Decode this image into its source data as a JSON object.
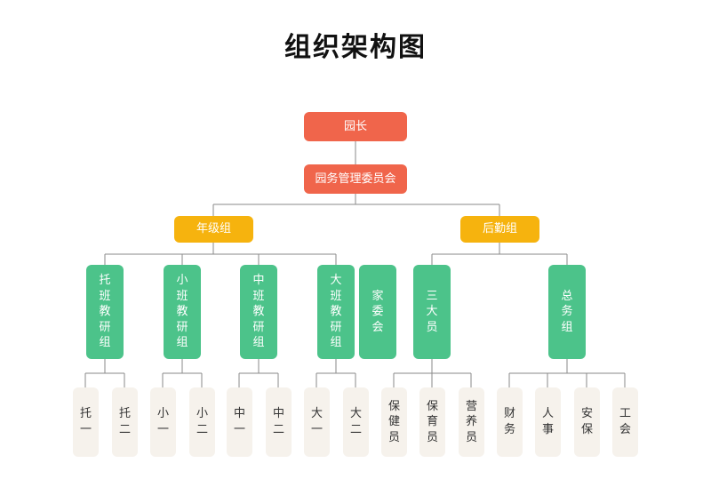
{
  "title": "组织架构图",
  "nodes": {
    "principal": "园长",
    "committee": "园务管理委员会",
    "grade_group": "年级组",
    "logistics_group": "后勤组",
    "tuo_ban": "托班教研组",
    "xiao_ban": "小班教研组",
    "zhong_ban": "中班教研组",
    "da_ban": "大班教研组",
    "jia_wei": "家委会",
    "san_da_yuan": "三大员",
    "zong_wu": "总务组"
  },
  "leaves": {
    "tuo_1": "托一",
    "tuo_2": "托二",
    "xiao_1": "小一",
    "xiao_2": "小二",
    "zhong_1": "中一",
    "zhong_2": "中二",
    "da_1": "大一",
    "da_2": "大二",
    "bao_jian": "保健员",
    "bao_yu": "保育员",
    "ying_yang": "营养员",
    "cai_wu": "财务",
    "ren_shi": "人事",
    "an_bao": "安保",
    "gong_hui": "工会"
  },
  "colors": {
    "top": "#f0654b",
    "group": "#f6b30e",
    "subgroup": "#4cc38a",
    "leaf": "#f6f2ec",
    "line": "#8a8a8a"
  }
}
